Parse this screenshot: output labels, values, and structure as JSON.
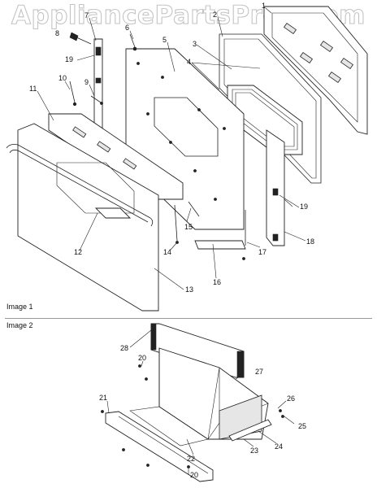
{
  "watermark": "AppliancePartsPros.com",
  "sections": [
    {
      "label": "Image 1"
    },
    {
      "label": "Image 2"
    }
  ],
  "callouts": {
    "image1": [
      "1",
      "2",
      "3",
      "4",
      "5",
      "6",
      "7",
      "8",
      "9",
      "10",
      "11",
      "12",
      "13",
      "14",
      "15",
      "16",
      "17",
      "18",
      "19"
    ],
    "image2": [
      "20",
      "21",
      "22",
      "23",
      "24",
      "25",
      "26",
      "27",
      "28"
    ]
  }
}
